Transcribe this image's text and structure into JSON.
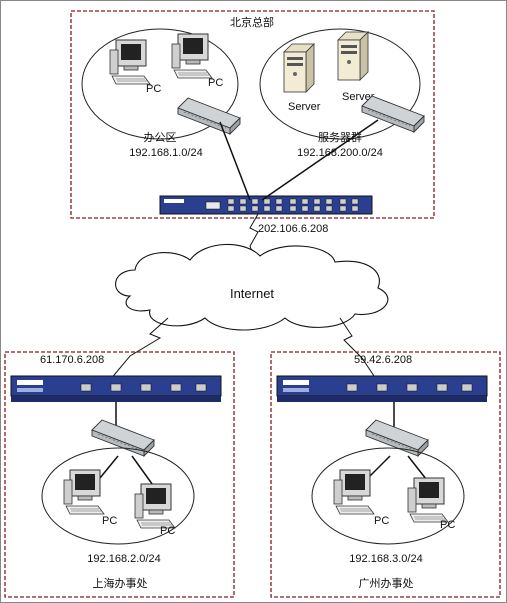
{
  "colors": {
    "site_border": "#8b1a1a",
    "router_body": "#2a3f8f",
    "cloud_fill": "#ffffff",
    "cable": "#111111"
  },
  "hq": {
    "title": "北京总部",
    "office": {
      "name": "办公区",
      "subnet": "192.168.1.0/24",
      "pc_label_1": "PC",
      "pc_label_2": "PC"
    },
    "servers": {
      "name": "服务器群",
      "subnet": "192.168.200.0/24",
      "server_label_1": "Server",
      "server_label_2": "Server"
    },
    "router_ip": "202.106.6.208"
  },
  "internet": {
    "label": "Internet"
  },
  "shanghai": {
    "title": "上海办事处",
    "router_ip": "61.170.6.208",
    "subnet": "192.168.2.0/24",
    "pc_label_1": "PC",
    "pc_label_2": "PC"
  },
  "guangzhou": {
    "title": "广州办事处",
    "router_ip": "59.42.6.208",
    "subnet": "192.168.3.0/24",
    "pc_label_1": "PC",
    "pc_label_2": "PC"
  }
}
